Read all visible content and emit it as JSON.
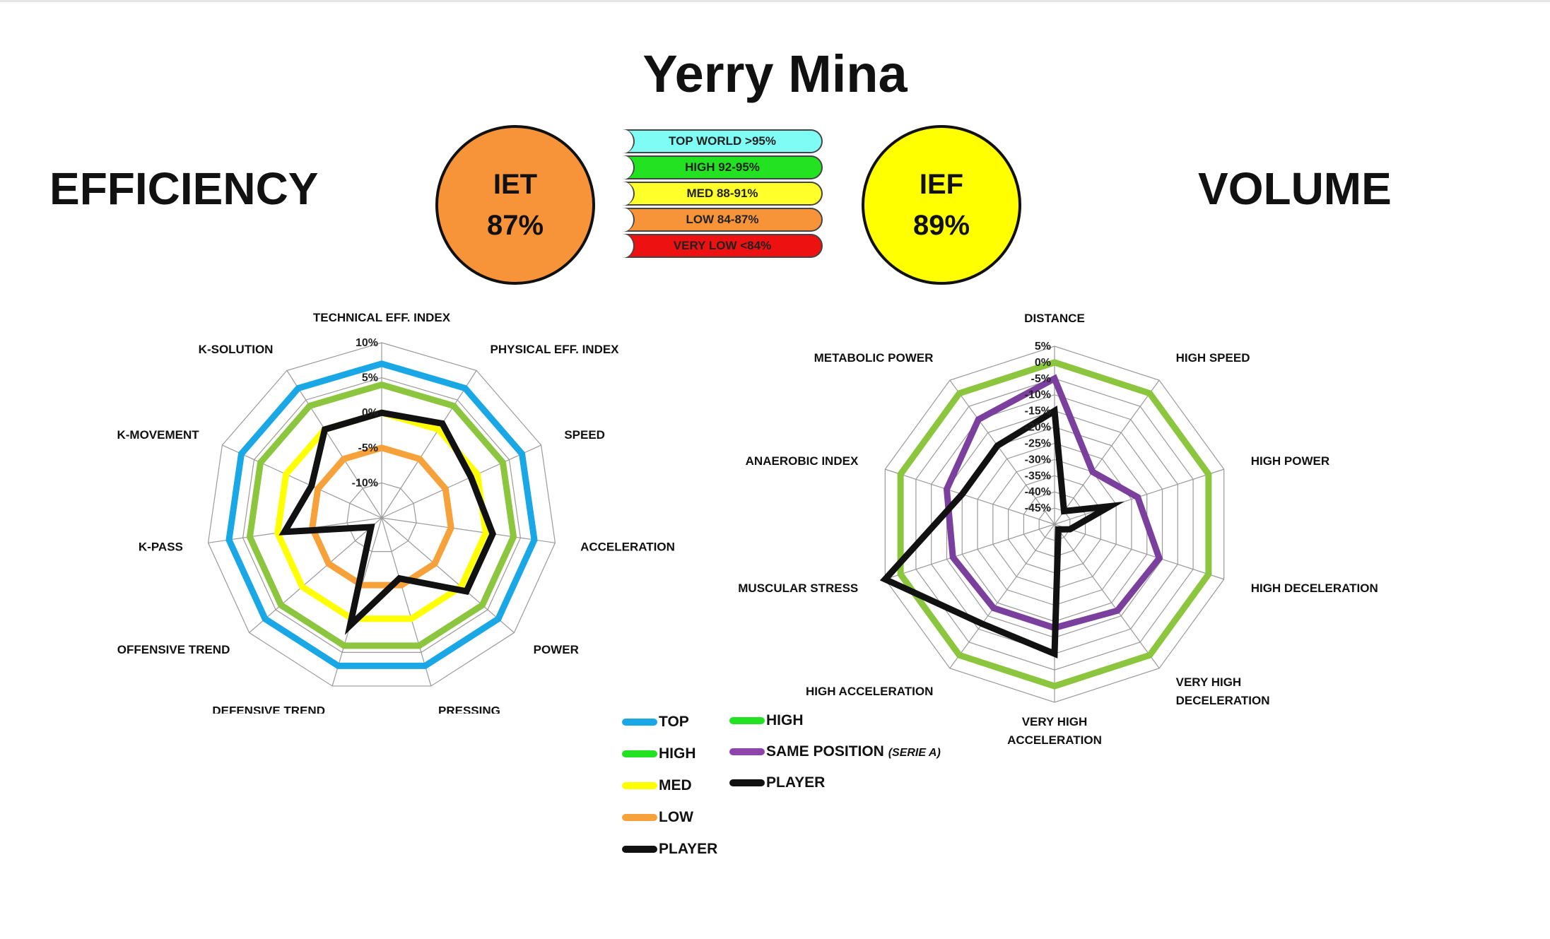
{
  "title": "Yerry Mina",
  "left_label": "EFFICIENCY",
  "right_label": "VOLUME",
  "iet": {
    "label": "IET",
    "value": "87%",
    "color": "#f7943a"
  },
  "ief": {
    "label": "IEF",
    "value": "89%",
    "color": "#ffff00"
  },
  "scale": [
    {
      "label": "TOP WORLD >95%",
      "color": "#7ffcf4"
    },
    {
      "label": "HIGH 92-95%",
      "color": "#22e222"
    },
    {
      "label": "MED 88-91%",
      "color": "#ffff2a"
    },
    {
      "label": "LOW 84-87%",
      "color": "#f7943a"
    },
    {
      "label": "VERY LOW <84%",
      "color": "#ee1111"
    }
  ],
  "legend_left": [
    {
      "label": "TOP",
      "color": "#1aa7e6"
    },
    {
      "label": "HIGH",
      "color": "#22e222"
    },
    {
      "label": "MED",
      "color": "#ffff00"
    },
    {
      "label": "LOW",
      "color": "#f7a13a"
    },
    {
      "label": "PLAYER",
      "color": "#111111"
    }
  ],
  "legend_right": [
    {
      "label": "HIGH",
      "color": "#22e222"
    },
    {
      "label": "SAME POSITION",
      "note": "(SERIE A)",
      "color": "#8e44ad"
    },
    {
      "label": "PLAYER",
      "color": "#111111"
    }
  ],
  "chart_data": [
    {
      "type": "radar",
      "name": "EFFICIENCY",
      "axes": [
        {
          "label": "TECHNICAL EFF. INDEX"
        },
        {
          "label": "PHYSICAL EFF. INDEX"
        },
        {
          "label": "SPEED"
        },
        {
          "label": "ACCELERATION"
        },
        {
          "label": "POWER"
        },
        {
          "label": "PRESSING"
        },
        {
          "label": "DEFENSIVE TREND"
        },
        {
          "label": "OFFENSIVE TREND"
        },
        {
          "label": "K-PASS"
        },
        {
          "label": "K-MOVEMENT"
        },
        {
          "label": "K-SOLUTION"
        }
      ],
      "ticks": [
        "10%",
        "5%",
        "0%",
        "-5%",
        "-10%"
      ],
      "range": [
        -15,
        10
      ],
      "series": [
        {
          "name": "TOP",
          "color": "#1aa7e6",
          "values": [
            7,
            7,
            7,
            7,
            7,
            7,
            7,
            7,
            7,
            7,
            7
          ]
        },
        {
          "name": "HIGH",
          "color": "#8cc63f",
          "values": [
            4,
            4,
            4,
            4,
            4,
            4,
            4,
            4,
            4,
            4,
            4
          ]
        },
        {
          "name": "MED",
          "color": "#ffff00",
          "values": [
            0,
            0,
            0,
            0,
            0,
            0,
            0,
            0,
            0,
            0,
            0
          ]
        },
        {
          "name": "LOW",
          "color": "#f7a13a",
          "values": [
            -5,
            -5,
            -5,
            -5,
            -5,
            -5,
            -5,
            -5,
            -5,
            -5,
            -5
          ]
        },
        {
          "name": "PLAYER",
          "color": "#111111",
          "values": [
            0,
            1,
            -1,
            1,
            1,
            -6,
            1,
            -13,
            -1,
            -4,
            0
          ]
        }
      ]
    },
    {
      "type": "radar",
      "name": "VOLUME",
      "axes": [
        {
          "label": "DISTANCE"
        },
        {
          "label": "HIGH SPEED"
        },
        {
          "label": "HIGH POWER"
        },
        {
          "label": "HIGH DECELERATION"
        },
        {
          "label": "VERY HIGH DECELERATION"
        },
        {
          "label": "VERY HIGH ACCELERATION"
        },
        {
          "label": "HIGH ACCELERATION"
        },
        {
          "label": "MUSCULAR STRESS"
        },
        {
          "label": "ANAEROBIC INDEX"
        },
        {
          "label": "METABOLIC POWER"
        }
      ],
      "ticks": [
        "5%",
        "0%",
        "-5%",
        "-10%",
        "-15%",
        "-20%",
        "-25%",
        "-30%",
        "-35%",
        "-40%",
        "-45%"
      ],
      "range": [
        -50,
        5
      ],
      "series": [
        {
          "name": "HIGH",
          "color": "#8cc63f",
          "values": [
            0,
            0,
            0,
            0,
            0,
            0,
            0,
            0,
            0,
            0
          ]
        },
        {
          "name": "SAME POSITION",
          "color": "#7b3f9e",
          "values": [
            -5,
            -30,
            -23,
            -16,
            -17,
            -18,
            -18,
            -17,
            -15,
            -10
          ]
        },
        {
          "name": "PLAYER",
          "color": "#111111",
          "values": [
            -15,
            -45,
            -32,
            -45,
            -48,
            -10,
            -12,
            5,
            -20,
            -20
          ]
        }
      ]
    }
  ]
}
